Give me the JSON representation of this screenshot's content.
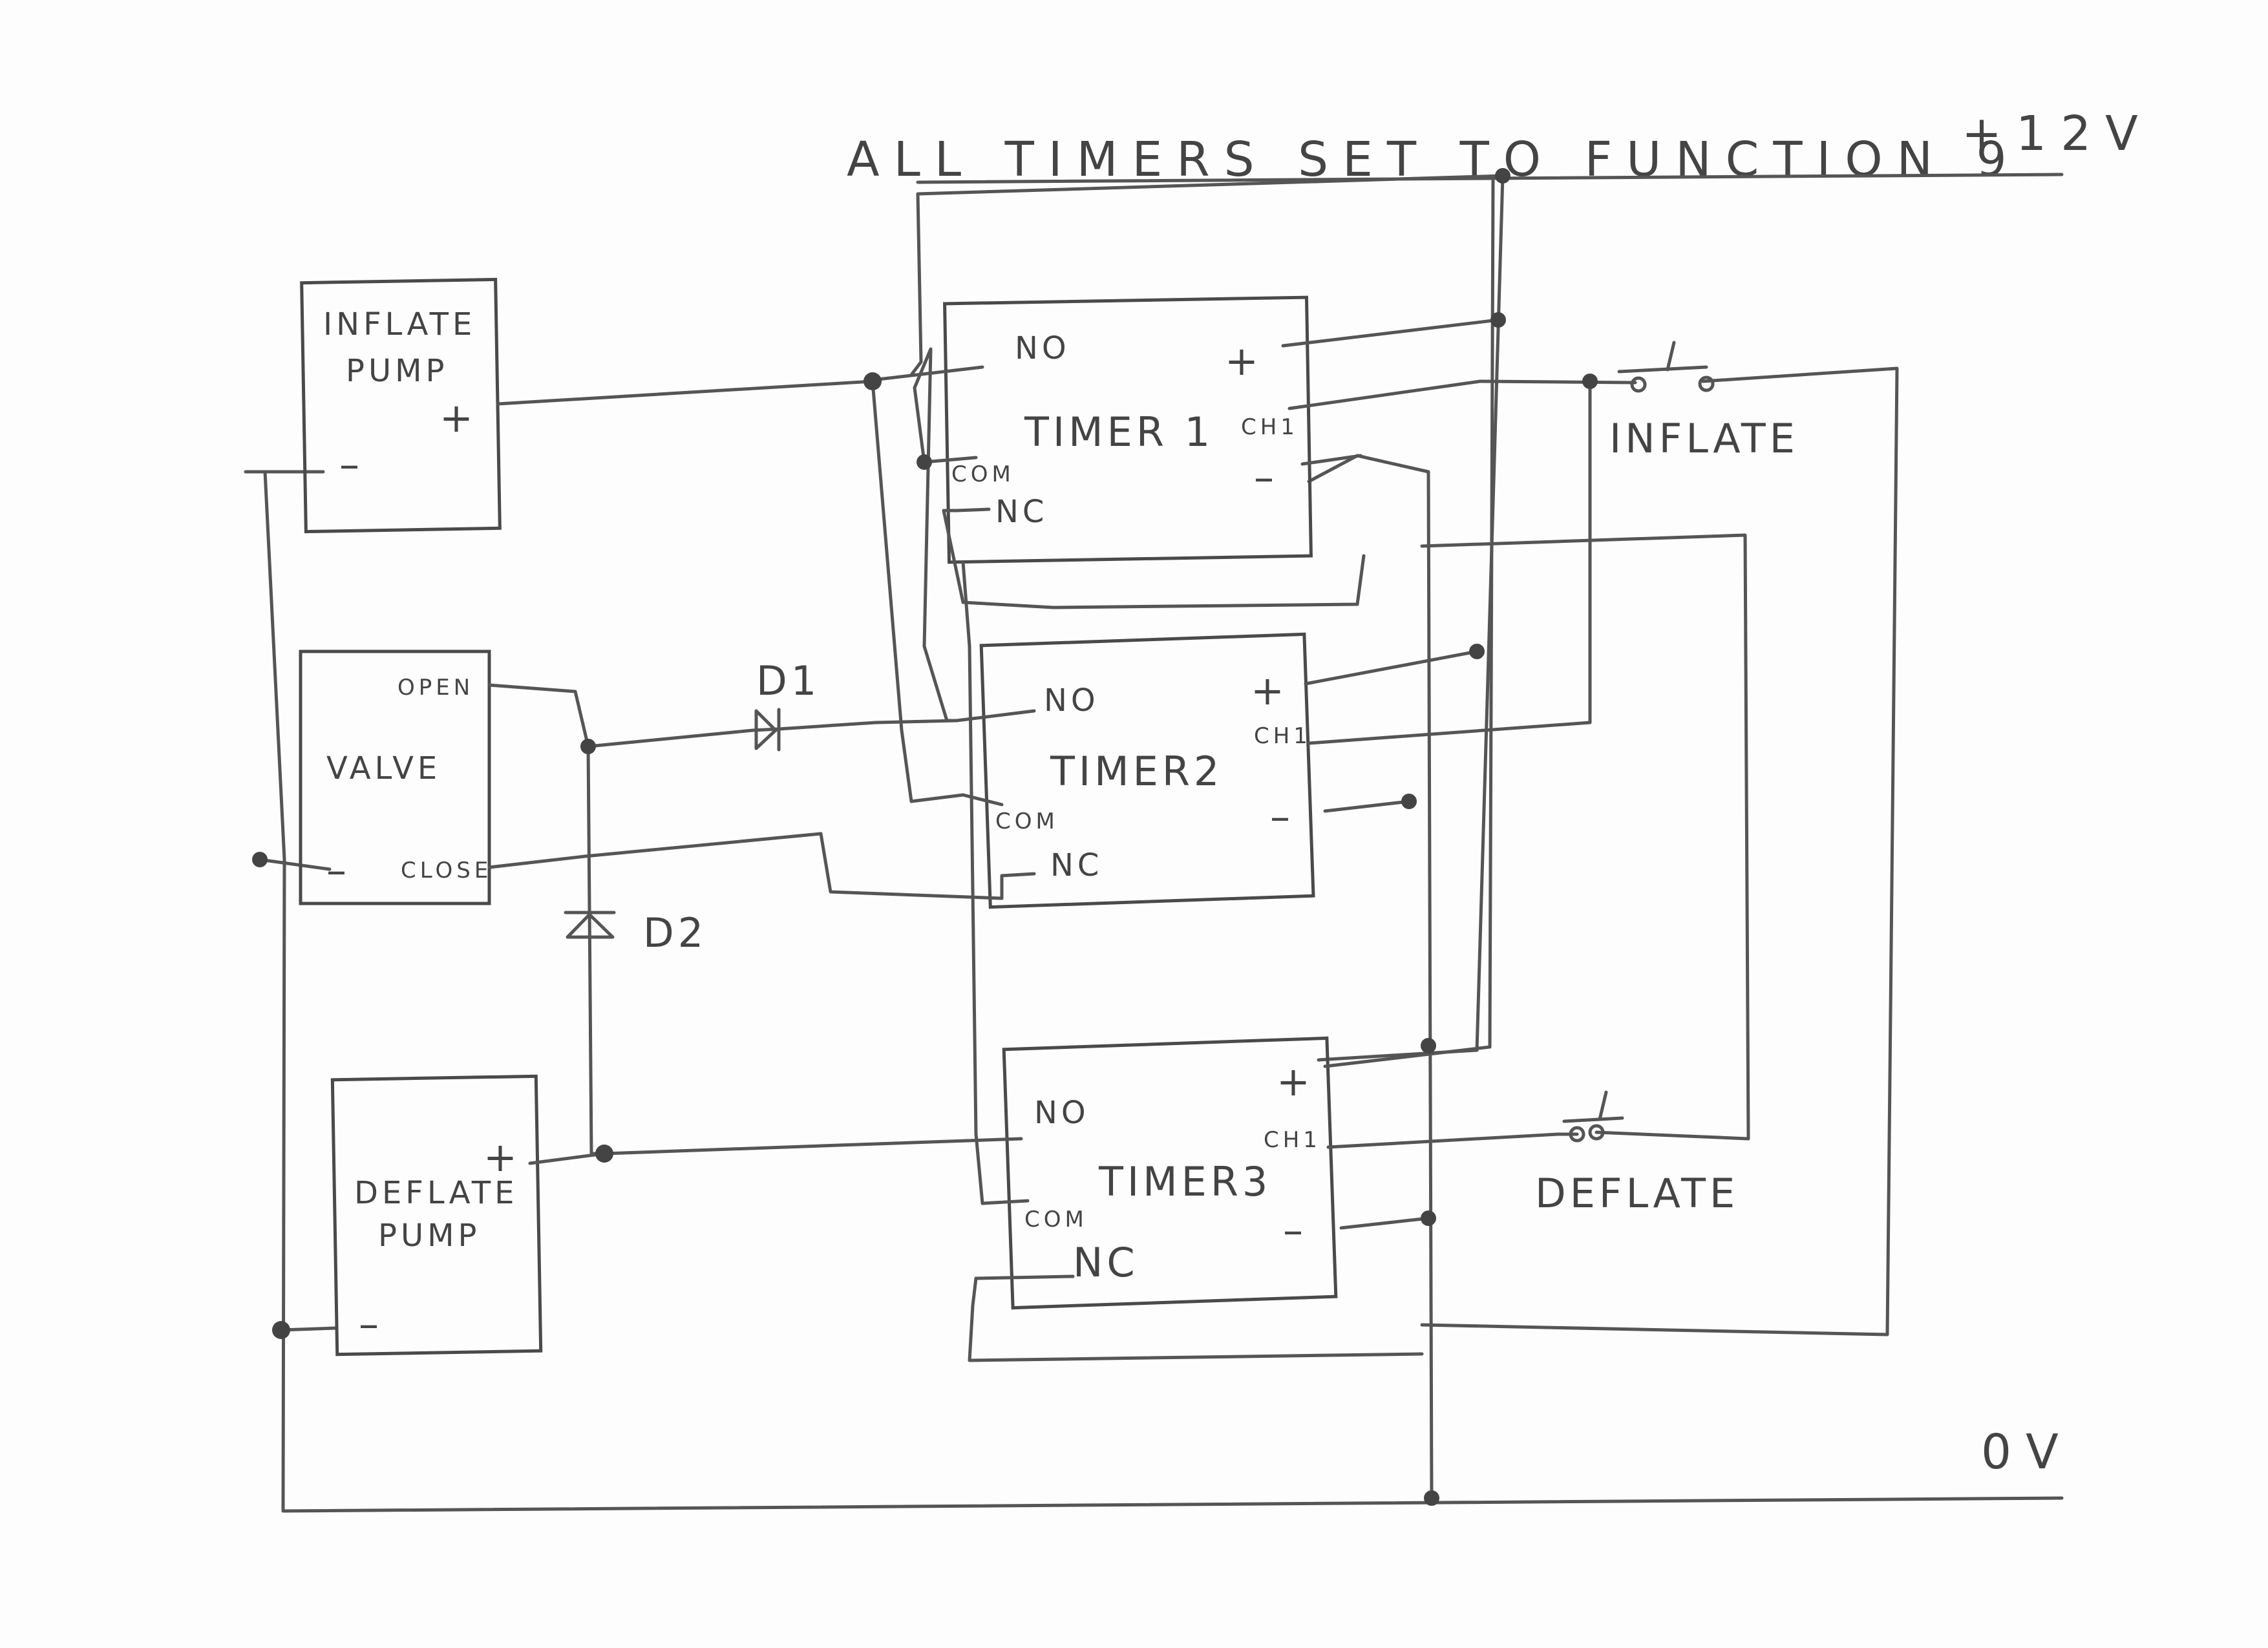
{
  "title": "ALL TIMERS SET TO FUNCTION 9",
  "rails": {
    "positive": "+12V",
    "ground": "0V"
  },
  "components": {
    "inflate_pump": {
      "label": [
        "INFLATE",
        "PUMP"
      ],
      "plus": "+",
      "minus": "–"
    },
    "valve": {
      "label": "VALVE",
      "open": "OPEN",
      "close": "CLOSE",
      "minus": "–"
    },
    "deflate_pump": {
      "label": [
        "DEFLATE",
        "PUMP"
      ],
      "plus": "+",
      "minus": "–"
    },
    "d1": "D1",
    "d2": "D2",
    "timer1": {
      "name": "TIMER 1",
      "ch": "CH1",
      "no": "NO",
      "com": "COM",
      "nc": "NC",
      "plus": "+",
      "minus": "–"
    },
    "timer2": {
      "name": "TIMER2",
      "ch": "CH1",
      "no": "NO",
      "com": "COM",
      "nc": "NC",
      "plus": "+",
      "minus": "–"
    },
    "timer3": {
      "name": "TIMER3",
      "ch": "CH1",
      "no": "NO",
      "com": "COM",
      "nc": "NC",
      "plus": "+",
      "minus": "–"
    },
    "inflate_switch": "INFLATE",
    "deflate_switch": "DEFLATE"
  }
}
